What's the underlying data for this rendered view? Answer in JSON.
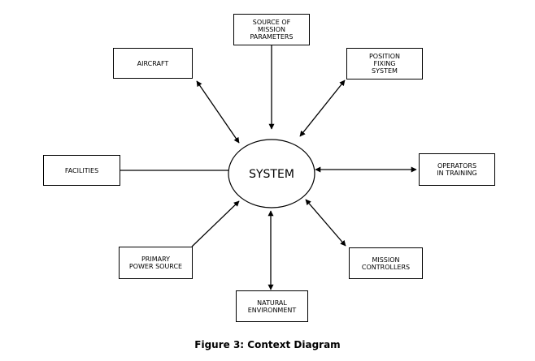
{
  "diagram": {
    "center": {
      "label": "SYSTEM"
    },
    "entities": [
      {
        "id": "source",
        "label": "SOURCE OF\nMISSION\nPARAMETERS"
      },
      {
        "id": "aircraft",
        "label": "AIRCRAFT"
      },
      {
        "id": "position",
        "label": "POSITION\nFIXING\nSYSTEM"
      },
      {
        "id": "facilities",
        "label": "FACILITIES"
      },
      {
        "id": "operators",
        "label": "OPERATORS\nIN TRAINING"
      },
      {
        "id": "primary",
        "label": "PRIMARY\nPOWER SOURCE"
      },
      {
        "id": "mission",
        "label": "MISSION\nCONTROLLERS"
      },
      {
        "id": "natural",
        "label": "NATURAL\nENVIRONMENT"
      }
    ],
    "connections": [
      {
        "from": "source",
        "to": "system",
        "arrow": "end"
      },
      {
        "from": "aircraft",
        "to": "system",
        "arrow": "both"
      },
      {
        "from": "position",
        "to": "system",
        "arrow": "both"
      },
      {
        "from": "facilities",
        "to": "system",
        "arrow": "none"
      },
      {
        "from": "operators",
        "to": "system",
        "arrow": "both"
      },
      {
        "from": "primary",
        "to": "system",
        "arrow": "end"
      },
      {
        "from": "mission",
        "to": "system",
        "arrow": "both"
      },
      {
        "from": "natural",
        "to": "system",
        "arrow": "both"
      }
    ],
    "line_color": "#000000"
  },
  "caption": "Figure 3: Context Diagram"
}
